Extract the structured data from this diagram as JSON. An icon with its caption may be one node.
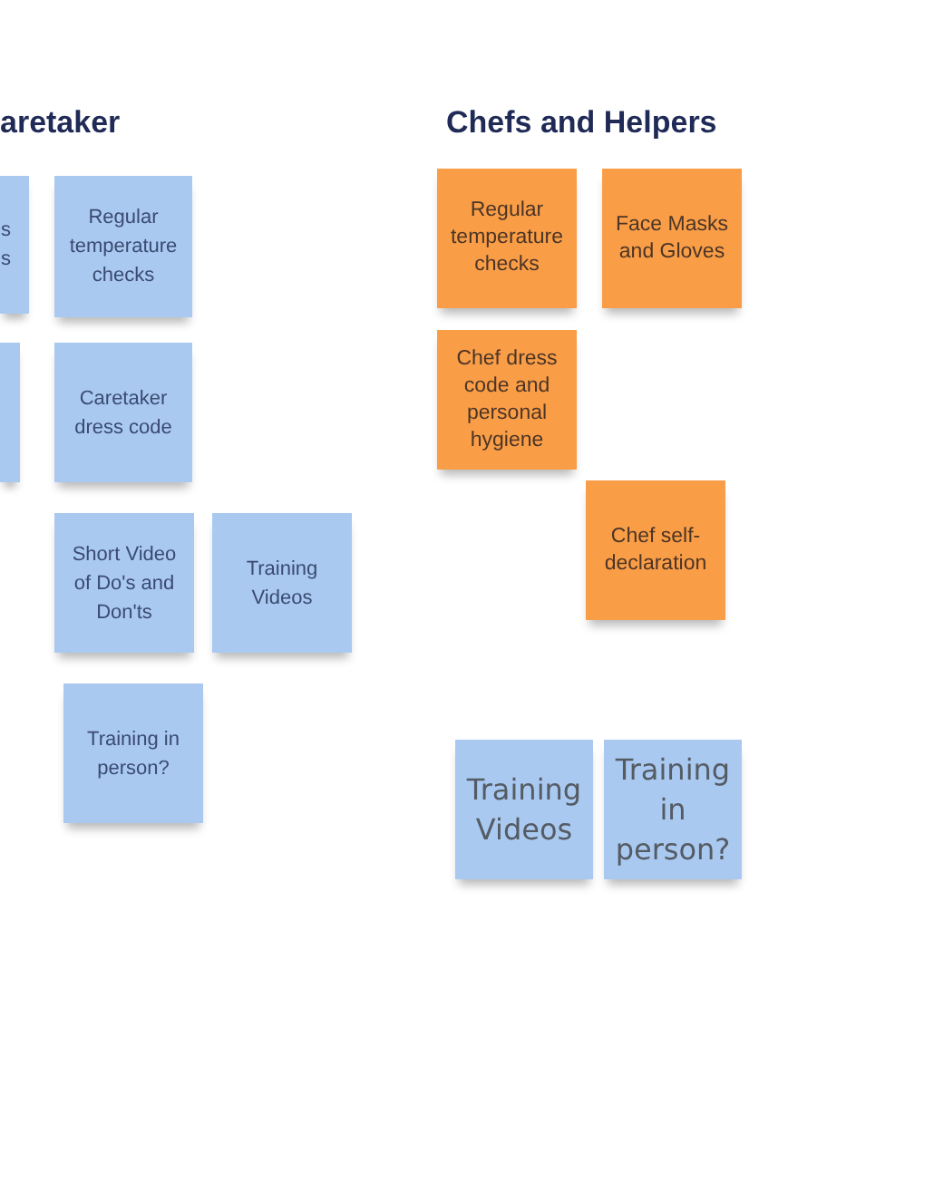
{
  "diagram": {
    "nodes": [
      {
        "text": [
          "s s"
        ]
      },
      {
        "text": [
          "Regular temperature checks"
        ]
      },
      {
        "text": [],
        "shape": "box"
      },
      {
        "text": [
          "Caretaker dress code"
        ]
      },
      {
        "text": [
          "Short Video of Do's and Don'ts"
        ]
      },
      {
        "text": [
          "Training Videos"
        ]
      },
      {
        "text": [
          "Training in person?"
        ]
      },
      {
        "text": [
          "Regular temperature checks"
        ]
      },
      {
        "text": [
          "Face Masks and Gloves"
        ]
      },
      {
        "text": [
          "Chef dress code and personal hygiene"
        ]
      },
      {
        "text": [
          "Chef self-declaration"
        ]
      },
      {
        "text": [
          "Training Videos"
        ]
      },
      {
        "text": [
          "Training in person?"
        ]
      }
    ],
    "labels": [
      "aretaker",
      "Chefs and Helpers"
    ]
  }
}
